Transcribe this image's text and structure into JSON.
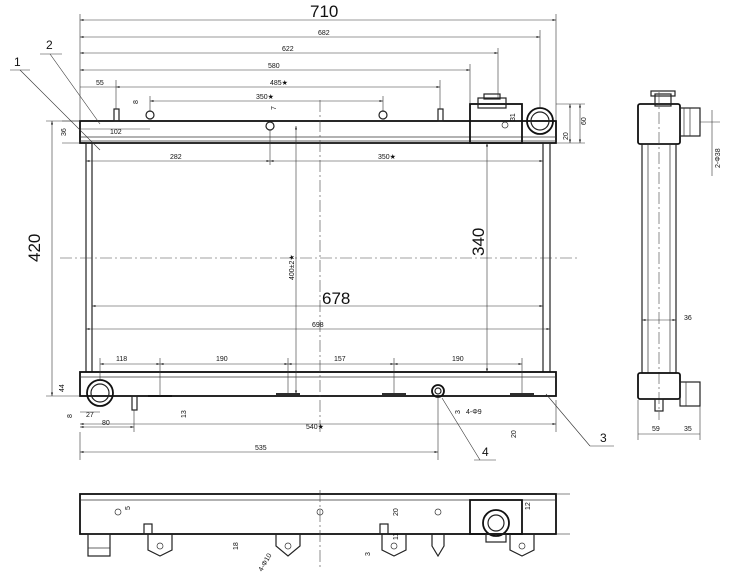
{
  "main_view": {
    "dims": {
      "overall_width": "710",
      "d682": "682",
      "d622": "622",
      "d580": "580",
      "d485": "485★",
      "d55": "55",
      "d350_top": "350★",
      "d102": "102",
      "d8_top": "8",
      "d7": "7",
      "d36": "36",
      "d31": "31",
      "d20_top": "20",
      "d60": "60",
      "d282": "282",
      "d350_mid": "350★",
      "d420": "420",
      "d400": "400±2★",
      "d340": "340",
      "d678": "678",
      "d698": "698",
      "d118": "118",
      "d190a": "190",
      "d157": "157",
      "d190b": "190",
      "d44": "44",
      "d8_bot": "8",
      "d27": "27",
      "d80": "80",
      "d13": "13",
      "d3": "3",
      "hole": "4-Φ9",
      "d20_bot": "20",
      "d540": "540★",
      "d535": "535"
    },
    "callouts": [
      "1",
      "2",
      "3",
      "4"
    ]
  },
  "side_view": {
    "dims": {
      "fitting": "2-Φ38",
      "d36": "36",
      "d59": "59",
      "d35": "35"
    }
  },
  "bottom_view": {
    "dims": {
      "d5": "5",
      "d20": "20",
      "d12": "12",
      "d18": "18",
      "d11": "11",
      "d3": "3",
      "hole": "4-Φ10"
    }
  }
}
